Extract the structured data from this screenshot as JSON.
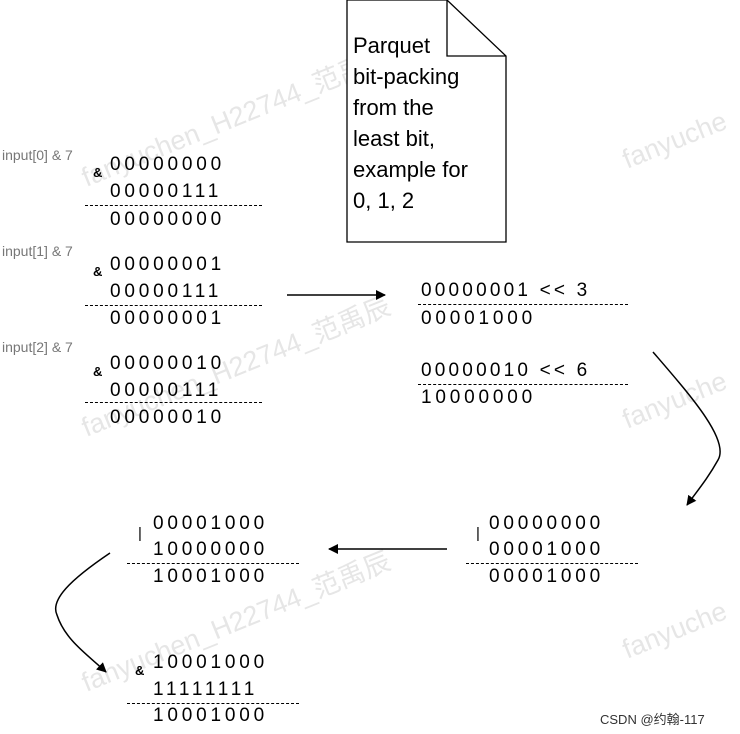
{
  "note": {
    "text": "Parquet\nbit-packing\nfrom the\nleast bit,\nexample for\n0, 1, 2"
  },
  "blocks": [
    {
      "label": "input[0] & 7",
      "op": "&",
      "a": "00000000",
      "b": "00000111",
      "r": "00000000"
    },
    {
      "label": "input[1] & 7",
      "op": "&",
      "a": "00000001",
      "b": "00000111",
      "r": "00000001"
    },
    {
      "label": "input[2] & 7",
      "op": "&",
      "a": "00000010",
      "b": "00000111",
      "r": "00000010"
    }
  ],
  "shifts": [
    {
      "expr": "00000001 << 3",
      "result": "00001000"
    },
    {
      "expr": "00000010 << 6",
      "result": "10000000"
    }
  ],
  "or_right": {
    "op": "|",
    "a": "00000000",
    "b": "00001000",
    "r": "00001000"
  },
  "or_left": {
    "op": "|",
    "a": "00001000",
    "b": "10000000",
    "r": "10001000"
  },
  "and_final": {
    "op": "&",
    "a": "10001000",
    "b": "11111111",
    "r": "10001000"
  },
  "watermarks": [
    "fanyuchen_H22744_范禹辰",
    "fanyuche",
    "fanyuche",
    "fanyuchen_H22744_范禹辰",
    "fanyuchen_H22744_范禹辰",
    "fanyuche"
  ],
  "credit": "CSDN @约翰-117"
}
